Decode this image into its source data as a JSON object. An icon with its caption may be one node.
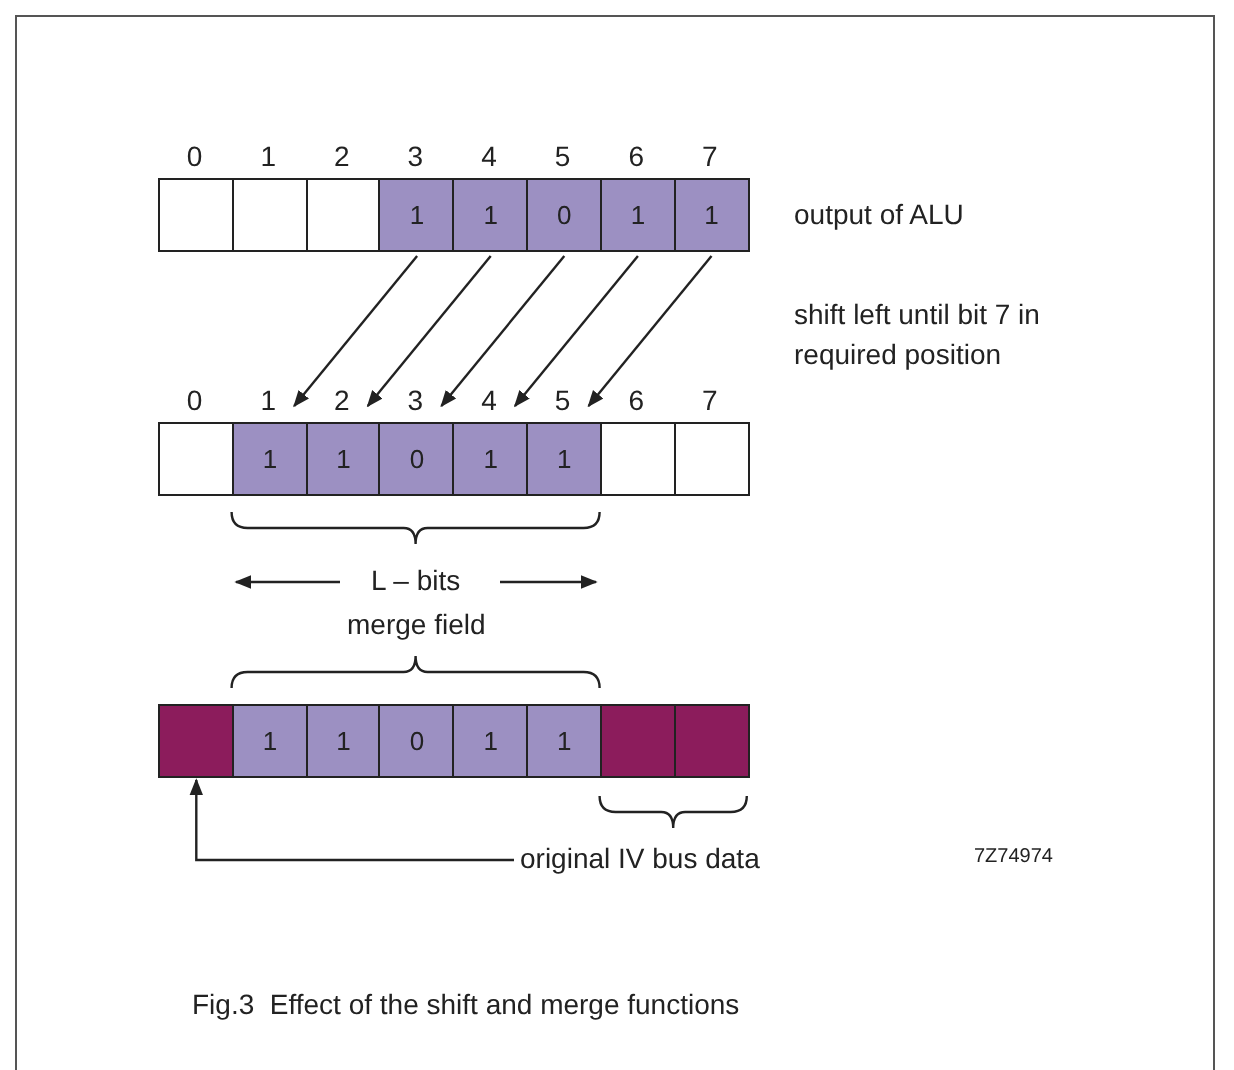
{
  "diagram": {
    "caption": "Fig.3  Effect of the shift and merge functions",
    "nodes": [
      {
        "text": [],
        "shape": "box"
      },
      {
        "text": [],
        "shape": "box"
      },
      {
        "text": [],
        "shape": "box"
      },
      {
        "text": [
          "1"
        ]
      },
      {
        "text": [
          "1"
        ]
      },
      {
        "text": [
          "0"
        ]
      },
      {
        "text": [
          "1"
        ]
      },
      {
        "text": [
          "1"
        ]
      },
      {
        "text": [],
        "shape": "box"
      },
      {
        "text": [
          "1"
        ]
      },
      {
        "text": [
          "1"
        ]
      },
      {
        "text": [
          "0"
        ]
      },
      {
        "text": [
          "1"
        ]
      },
      {
        "text": [
          "1"
        ]
      },
      {
        "text": [],
        "shape": "box"
      },
      {
        "text": [],
        "shape": "box"
      },
      {
        "text": [],
        "shape": "box"
      },
      {
        "text": [
          "1"
        ]
      },
      {
        "text": [
          "1"
        ]
      },
      {
        "text": [
          "0"
        ]
      },
      {
        "text": [
          "1"
        ]
      },
      {
        "text": [
          "1"
        ]
      },
      {
        "text": [],
        "shape": "box"
      },
      {
        "text": [],
        "shape": "box"
      },
      {
        "text": [
          "original IV bus data"
        ]
      }
    ],
    "edges": [
      {
        "from": 3,
        "to": 9,
        "arrow": "to"
      },
      {
        "from": 4,
        "to": 10,
        "arrow": "to"
      },
      {
        "from": 5,
        "to": 11,
        "arrow": "to"
      },
      {
        "from": 6,
        "to": 12,
        "arrow": "to"
      },
      {
        "from": 7,
        "to": 13,
        "arrow": "to"
      },
      {
        "from": 24,
        "to": 16,
        "arrow": "to"
      }
    ],
    "labels": [
      "0",
      "1",
      "2",
      "3",
      "4",
      "5",
      "6",
      "7",
      "output of ALU",
      "shift left until bit 7 in required position",
      "0",
      "1",
      "2",
      "3",
      "4",
      "5",
      "6",
      "7",
      "L – bits",
      "merge field",
      "7Z74974"
    ]
  }
}
